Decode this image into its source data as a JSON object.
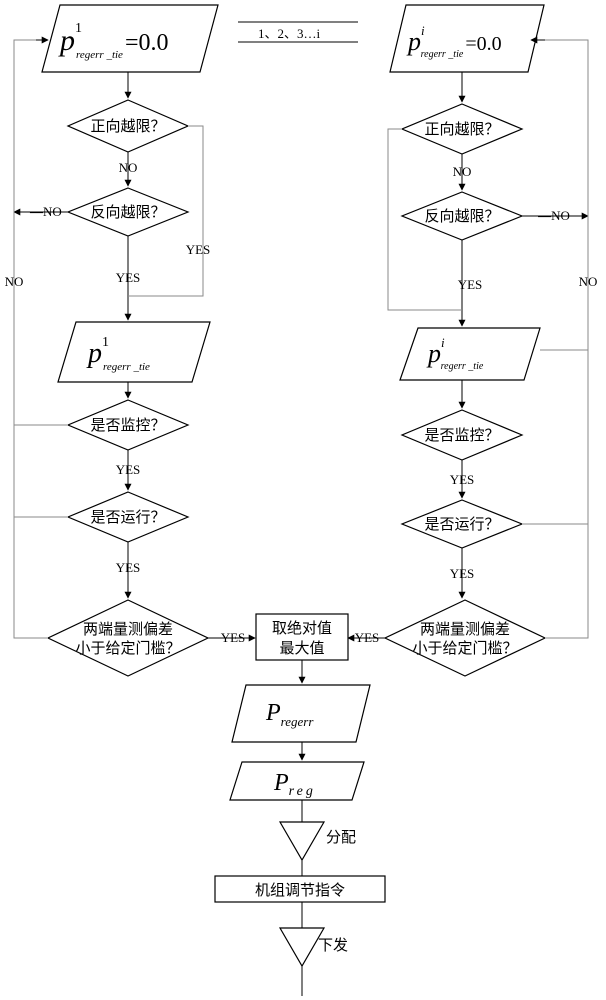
{
  "top_index": {
    "text": "1、2、3…i"
  },
  "left": {
    "init": {
      "base": "p",
      "sup": "1",
      "sub": "regerr _tie",
      "rhs": "=0.0"
    },
    "d1": "正向越限？",
    "d2": "反向越限？",
    "out": {
      "base": "p",
      "sup": "1",
      "sub": "regerr _tie"
    },
    "d3": "是否监控？",
    "d4": "是否运行？",
    "d5_line1": "两端量测偏差",
    "d5_line2": "小于给定门槛？"
  },
  "right": {
    "init": {
      "base": "p",
      "sup": "i",
      "sub": "regerr _tie",
      "rhs": "=0.0"
    },
    "d1": "正向越限？",
    "d2": "反向越限？",
    "out": {
      "base": "p",
      "sup": "i",
      "sub": "regerr _tie"
    },
    "d3": "是否监控？",
    "d4": "是否运行？",
    "d5_line1": "两端量测偏差",
    "d5_line2": "小于给定门槛？"
  },
  "center": {
    "maxabs_line1": "取绝对值",
    "maxabs_line2": "最大值",
    "p_regerr": {
      "base": "P",
      "sub": "regerr"
    },
    "p_reg": {
      "base": "P",
      "sub": "reg"
    },
    "distribute": "分配",
    "unit_cmd": "机组调节指令",
    "issue": "下发"
  },
  "labels": {
    "no": "NO",
    "yes": "YES",
    "no_arrow": "—NO"
  }
}
